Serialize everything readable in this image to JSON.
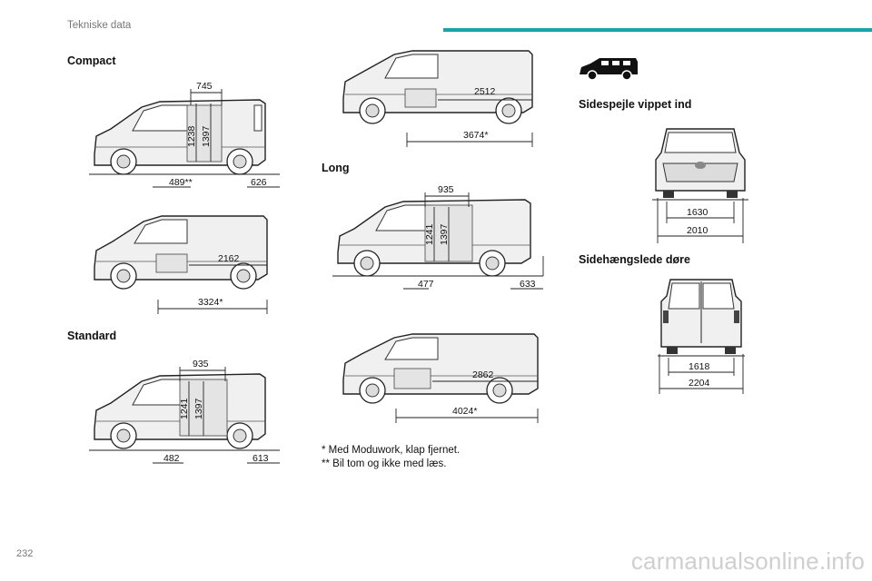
{
  "header": {
    "title": "Tekniske data",
    "accent": "#18a3a6"
  },
  "page_number": "232",
  "watermark": "carmanualsonline.info",
  "sections": {
    "compact": "Compact",
    "standard": "Standard",
    "long": "Long",
    "mirrors": "Sidespejle vippet ind",
    "doors": "Sidehængslede døre"
  },
  "dims": {
    "compact_side": {
      "top": "745",
      "h1": "1238",
      "h2": "1397",
      "bl": "489**",
      "br": "626"
    },
    "compact_cargo": {
      "inner": "2162",
      "total": "3324*"
    },
    "standard_side": {
      "top": "935",
      "h1": "1241",
      "h2": "1397",
      "bl": "482",
      "br": "613"
    },
    "standard_cargo": {
      "inner": "2512",
      "total": "3674*"
    },
    "long_side": {
      "top": "935",
      "h1": "1241",
      "h2": "1397",
      "bl": "477",
      "br": "633"
    },
    "long_cargo": {
      "inner": "2862",
      "total": "4024*"
    },
    "front": {
      "inner": "1630",
      "outer": "2010"
    },
    "rear": {
      "inner": "1618",
      "outer": "2204"
    }
  },
  "notes": [
    "* Med Moduwork, klap fjernet.",
    "** Bil tom og ikke med læs."
  ],
  "icons": {
    "van": "van-silhouette-icon"
  }
}
